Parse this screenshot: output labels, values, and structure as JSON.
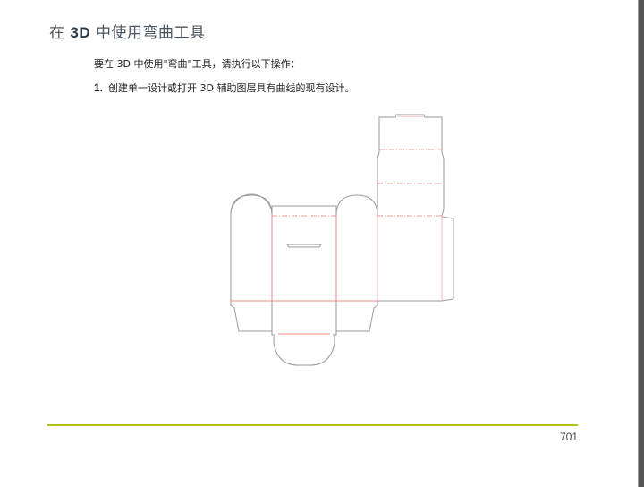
{
  "section": {
    "title_prefix": "在 ",
    "title_bold": "3D",
    "title_suffix": " 中使用弯曲工具"
  },
  "intro_text": "要在 3D 中使用\"弯曲\"工具，请执行以下操作：",
  "steps": [
    {
      "number": "1.",
      "text": "创建单一设计或打开 3D 辅助图层具有曲线的现有设计。"
    }
  ],
  "figure": {
    "description": "box-dieline-with-curves",
    "cut_line_color": "#9a9a9a",
    "crease_line_color": "#f08a8a"
  },
  "footer": {
    "rule_color": "#b5c41c",
    "page_number": "701"
  }
}
